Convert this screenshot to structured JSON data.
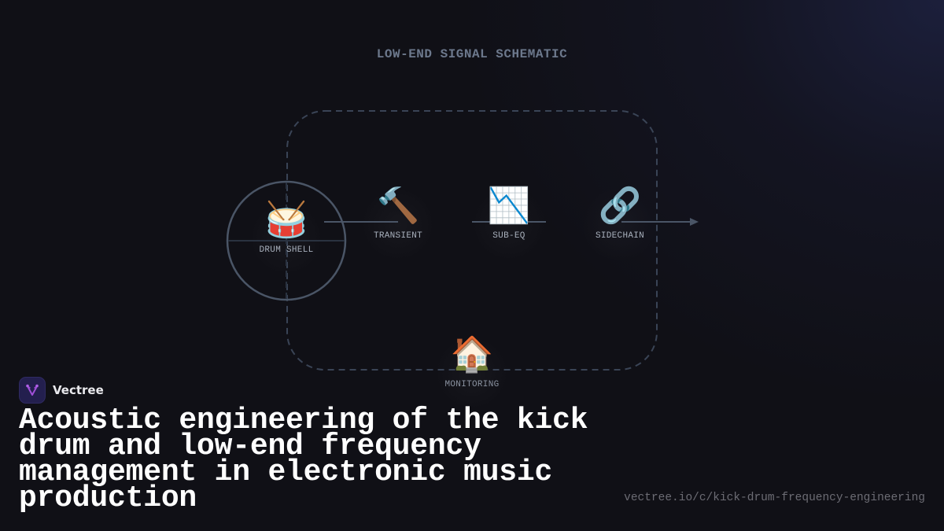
{
  "diagram": {
    "title": "LOW-END SIGNAL SCHEMATIC",
    "nodes": [
      {
        "id": "drum-shell",
        "emoji": "🥁",
        "label": "DRUM SHELL"
      },
      {
        "id": "transient",
        "emoji": "🔨",
        "label": "TRANSIENT"
      },
      {
        "id": "sub-eq",
        "emoji": "📉",
        "label": "SUB-EQ"
      },
      {
        "id": "sidechain",
        "emoji": "🔗",
        "label": "SIDECHAIN"
      },
      {
        "id": "monitoring",
        "emoji": "🏠",
        "label": "MONITORING"
      }
    ],
    "colors": {
      "background": "#101016",
      "stroke": "#4a5566",
      "dashed_box": "#3a4456",
      "title": "#6c788c",
      "label": "#a8b0bc"
    }
  },
  "brand": {
    "name": "Vectree",
    "logo_color": "#231f4e",
    "logo_accent": "#a04fd8"
  },
  "headline": "Acoustic engineering of the kick drum and low-end frequency management in electronic music production",
  "url": "vectree.io/c/kick-drum-frequency-engineering"
}
